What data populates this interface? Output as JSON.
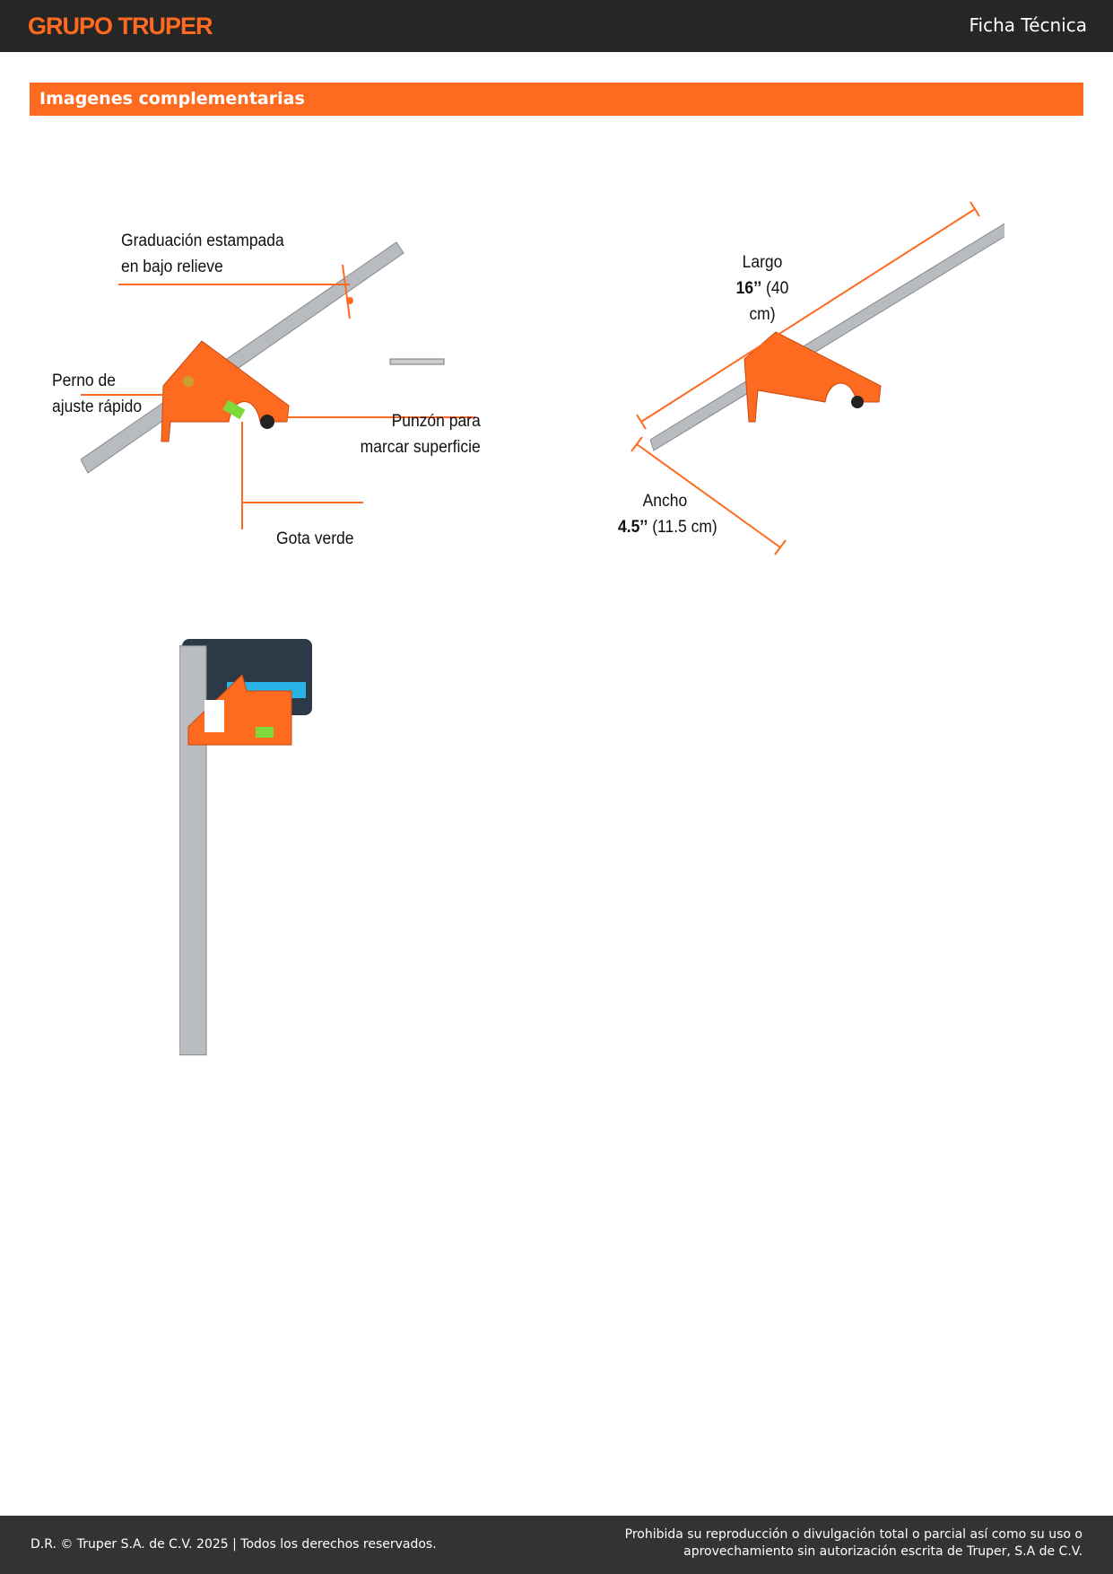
{
  "header": {
    "brand": "GRUPO TRUPER",
    "doc_type": "Ficha Técnica"
  },
  "section": {
    "title": "Imagenes complementarias"
  },
  "figure1": {
    "labels": {
      "graduacion_1": "Graduación estampada",
      "graduacion_2": "en bajo relieve",
      "perno_1": "Perno de",
      "perno_2": "ajuste rápido",
      "punzon_1": "Punzón para",
      "punzon_2": "marcar superficie",
      "gota": "Gota verde"
    }
  },
  "figure2": {
    "largo_label": "Largo",
    "largo_value": "16’’",
    "largo_metric": "(40 cm)",
    "ancho_label": "Ancho",
    "ancho_value": "4.5’’",
    "ancho_metric": "(11.5 cm)"
  },
  "footer": {
    "left": "D.R. © Truper S.A. de C.V. 2025 | Todos los derechos reservados.",
    "right_1": "Prohibida su reproducción o divulgación total o parcial así como su uso o",
    "right_2": "aprovechamiento sin autorización escrita de Truper, S.A de C.V."
  },
  "colors": {
    "accent": "#ff6a21",
    "header_bg": "#262626",
    "footer_bg": "#333333"
  }
}
